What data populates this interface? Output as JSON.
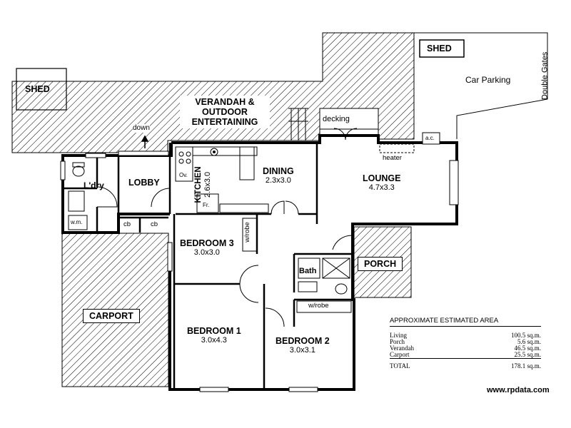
{
  "labels": {
    "shed_left": "SHED",
    "shed_right": "SHED",
    "car_parking": "Car Parking",
    "double_gates": "Double Gates",
    "verandah": "VERANDAH & OUTDOOR ENTERTAINING",
    "decking": "decking",
    "down": "down",
    "ac": "a.c.",
    "heater": "heater",
    "ldry": "L'dry",
    "lobby": "LOBBY",
    "wm": "w.m.",
    "cb1": "cb",
    "cb2": "cb",
    "ov": "Ov.",
    "fr": "Fr.",
    "wrobe1": "w/robe",
    "wrobe2": "w/robe",
    "bath": "Bath",
    "porch": "PORCH",
    "carport": "CARPORT"
  },
  "rooms": {
    "kitchen": {
      "name": "KITCHEN",
      "dims": "2.6x3.0"
    },
    "dining": {
      "name": "DINING",
      "dims": "2.3x3.0"
    },
    "lounge": {
      "name": "LOUNGE",
      "dims": "4.7x3.3"
    },
    "bedroom3": {
      "name": "BEDROOM 3",
      "dims": "3.0x3.0"
    },
    "bedroom1": {
      "name": "BEDROOM 1",
      "dims": "3.0x4.3"
    },
    "bedroom2": {
      "name": "BEDROOM 2",
      "dims": "3.0x3.1"
    }
  },
  "area": {
    "title": "APPROXIMATE ESTIMATED AREA",
    "rows": [
      {
        "label": "Living",
        "value": "100.5 sq.m."
      },
      {
        "label": "Porch",
        "value": "5.6 sq.m."
      },
      {
        "label": "Verandah",
        "value": "46.5 sq.m."
      },
      {
        "label": "Carport",
        "value": "25.5 sq.m."
      }
    ],
    "total_label": "TOTAL",
    "total_value": "178.1 sq.m."
  },
  "credit": "www.rpdata.com"
}
